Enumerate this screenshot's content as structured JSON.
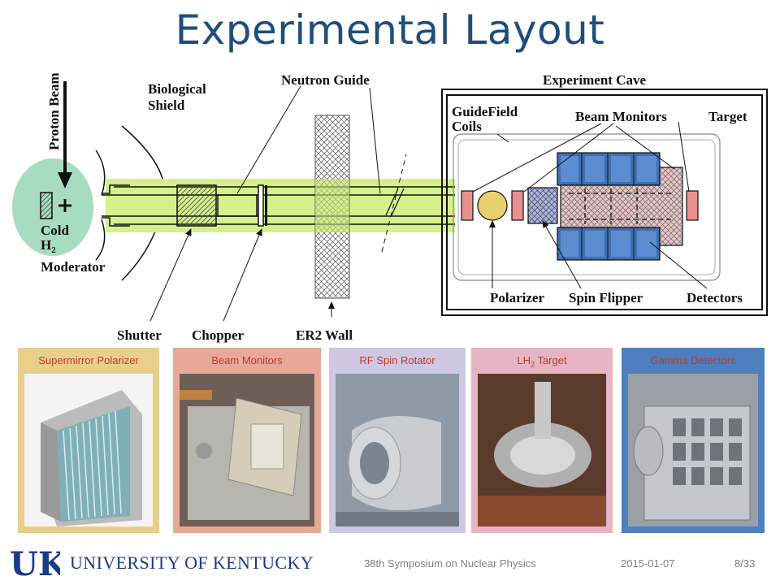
{
  "slide": {
    "title": "Experimental Layout",
    "footer": {
      "university": "UNIVERSITY OF KENTUCKY",
      "event": "38th Symposium on Nuclear Physics",
      "date": "2015-01-07",
      "page": "8/33"
    }
  },
  "diagram": {
    "labels": {
      "proton_beam": "Proton Beam",
      "biological_shield_1": "Biological",
      "biological_shield_2": "Shield",
      "neutron_guide": "Neutron Guide",
      "experiment_cave": "Experiment Cave",
      "guidefield_1": "GuideField",
      "guidefield_2": "Coils",
      "beam_monitors": "Beam Monitors",
      "target": "Target",
      "cold": "Cold",
      "h2": "H",
      "h2_sub": "2",
      "moderator": "Moderator",
      "polarizer": "Polarizer",
      "spin_flipper": "Spin Flipper",
      "detectors": "Detectors",
      "shutter": "Shutter",
      "chopper": "Chopper",
      "er2_wall": "ER2 Wall"
    }
  },
  "photos": [
    {
      "caption": "Supermirror Polarizer",
      "caption_sub": "",
      "caption_after": "",
      "bg": "#e8cf8a",
      "fg": "#c0392b"
    },
    {
      "caption": "Beam Monitors",
      "caption_sub": "",
      "caption_after": "",
      "bg": "#e8a898",
      "fg": "#c0392b"
    },
    {
      "caption": "RF Spin Rotator",
      "caption_sub": "",
      "caption_after": "",
      "bg": "#cfc8e2",
      "fg": "#c0392b"
    },
    {
      "caption": "LH",
      "caption_sub": "2",
      "caption_after": " Target",
      "bg": "#e6b4c2",
      "fg": "#c0392b"
    },
    {
      "caption": "Gamma Detectors",
      "caption_sub": "",
      "caption_after": "",
      "bg": "#4f7fbf",
      "fg": "#c0392b"
    }
  ],
  "colors": {
    "title": "#1f4e79",
    "guide_highlight": "#d4f08a",
    "moderator": "#a8dcc0",
    "detector_blue": "#3f6fb0"
  }
}
